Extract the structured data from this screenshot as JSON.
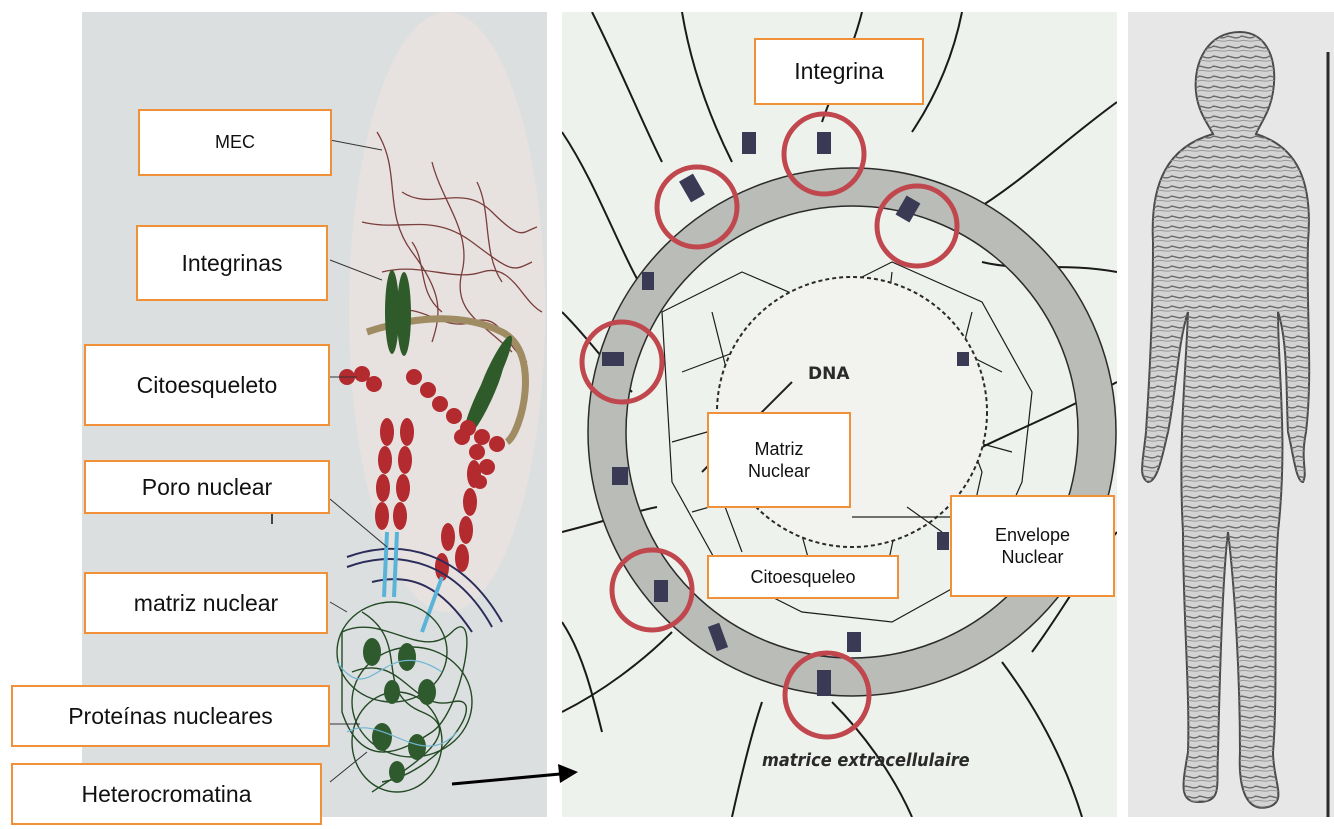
{
  "labels": {
    "mec": "MEC",
    "integrinas": "Integrinas",
    "citoesqueleto": "Citoesqueleto",
    "poro_nuclear": "Poro nuclear",
    "matriz_nuclear": "matriz nuclear",
    "proteinas_nucleares": "Proteínas nucleares",
    "heterocromatina": "Heterocromatina",
    "integrina": "Integrina",
    "matriz_nuclear_center": "Matriz\nNuclear",
    "envelope_nuclear": "Envelope\nNuclear",
    "citoesqueleo": "Citoesqueleo"
  },
  "image_text": {
    "dna": "DNA",
    "matrice": "matrice extracellulaire"
  },
  "colors": {
    "label_border": "#f0913a",
    "integrin_green": "#2f5a2a",
    "cytoskeleton_red": "#b32a2f",
    "ring_red": "#c0474e"
  }
}
